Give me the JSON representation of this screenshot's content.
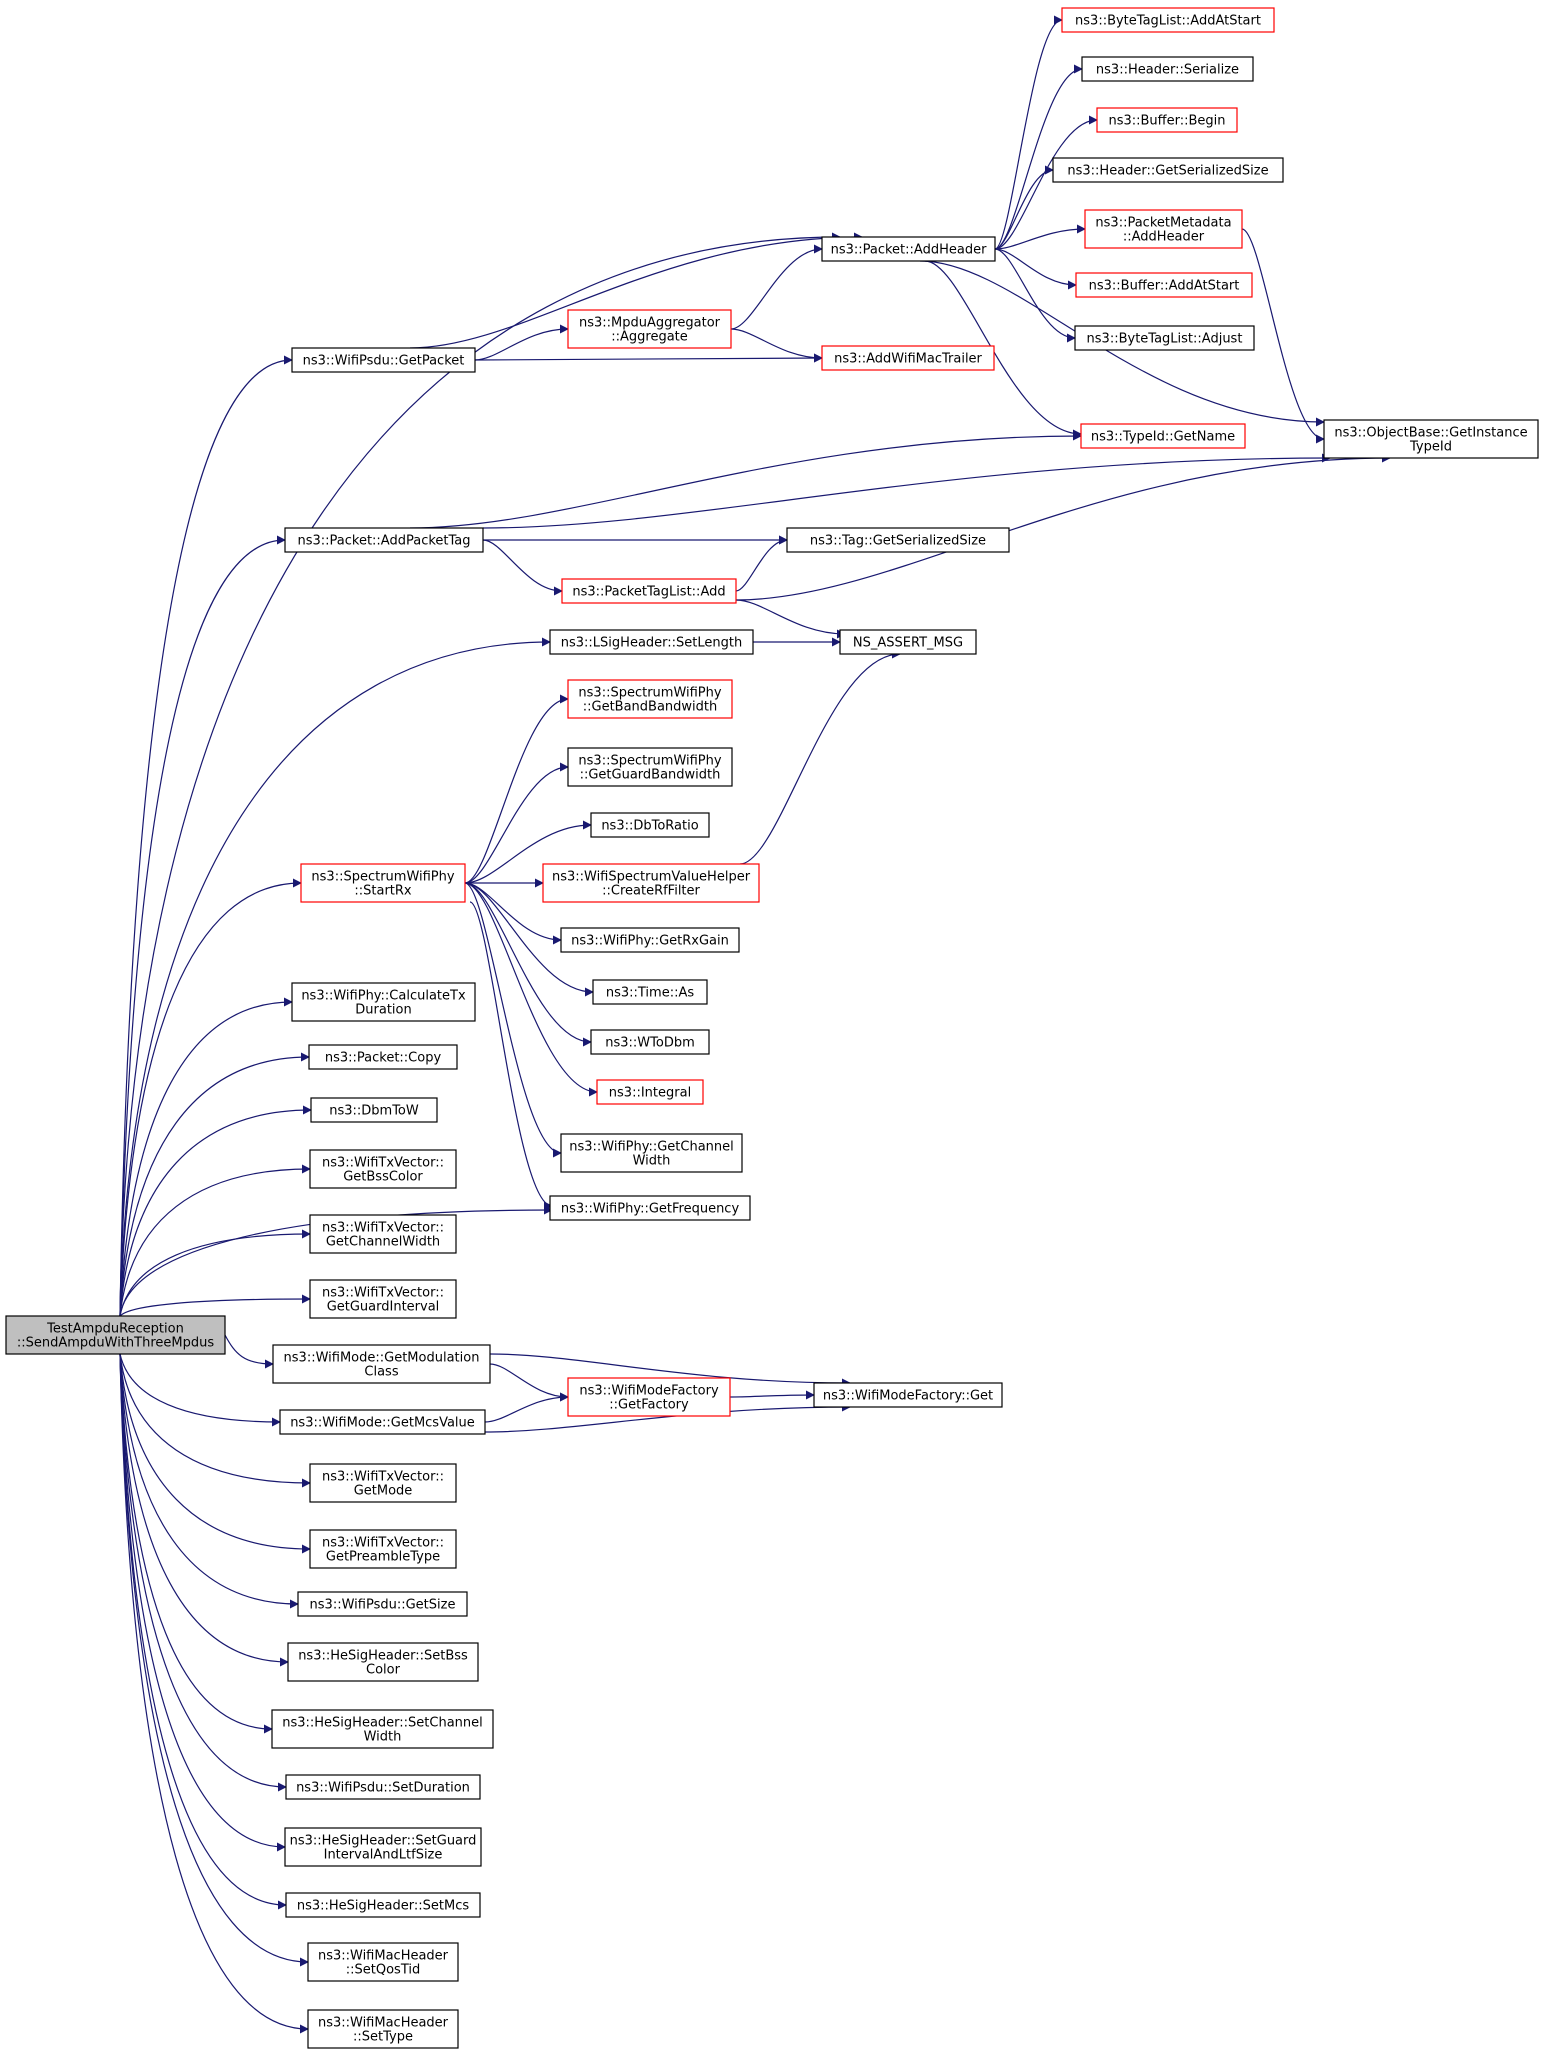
{
  "colors": {
    "edge": "#191970",
    "border_black": "#000000",
    "border_red": "#ff0000",
    "root_fill": "#bfbfbf",
    "node_fill": "#ffffff"
  },
  "nodes": [
    {
      "id": "root",
      "lines": [
        "TestAmpduReception",
        "::SendAmpduWithThreeMpdus"
      ],
      "border": "black",
      "root": true
    },
    {
      "id": "bytetaglist-addatstart",
      "lines": [
        "ns3::ByteTagList::AddAtStart"
      ],
      "border": "red"
    },
    {
      "id": "header-serialize",
      "lines": [
        "ns3::Header::Serialize"
      ],
      "border": "black"
    },
    {
      "id": "buffer-begin",
      "lines": [
        "ns3::Buffer::Begin"
      ],
      "border": "red"
    },
    {
      "id": "header-getserializedsize",
      "lines": [
        "ns3::Header::GetSerializedSize"
      ],
      "border": "black"
    },
    {
      "id": "packetmetadata-addheader",
      "lines": [
        "ns3::PacketMetadata",
        "::AddHeader"
      ],
      "border": "red"
    },
    {
      "id": "packet-addheader",
      "lines": [
        "ns3::Packet::AddHeader"
      ],
      "border": "black"
    },
    {
      "id": "buffer-addatstart",
      "lines": [
        "ns3::Buffer::AddAtStart"
      ],
      "border": "red"
    },
    {
      "id": "mpduaggregator-aggregate",
      "lines": [
        "ns3::MpduAggregator",
        "::Aggregate"
      ],
      "border": "red"
    },
    {
      "id": "bytetaglist-adjust",
      "lines": [
        "ns3::ByteTagList::Adjust"
      ],
      "border": "black"
    },
    {
      "id": "wifipsdu-getpacket",
      "lines": [
        "ns3::WifiPsdu::GetPacket"
      ],
      "border": "black"
    },
    {
      "id": "addwifimactrailer",
      "lines": [
        "ns3::AddWifiMacTrailer"
      ],
      "border": "red"
    },
    {
      "id": "typeid-getname",
      "lines": [
        "ns3::TypeId::GetName"
      ],
      "border": "red"
    },
    {
      "id": "objectbase-getinstancetypeid",
      "lines": [
        "ns3::ObjectBase::GetInstance",
        "TypeId"
      ],
      "border": "black"
    },
    {
      "id": "packet-addpackettag",
      "lines": [
        "ns3::Packet::AddPacketTag"
      ],
      "border": "black"
    },
    {
      "id": "tag-getserializedsize",
      "lines": [
        "ns3::Tag::GetSerializedSize"
      ],
      "border": "black"
    },
    {
      "id": "packettaglist-add",
      "lines": [
        "ns3::PacketTagList::Add"
      ],
      "border": "red"
    },
    {
      "id": "lsigheader-setlength",
      "lines": [
        "ns3::LSigHeader::SetLength"
      ],
      "border": "black"
    },
    {
      "id": "ns-assert-msg",
      "lines": [
        "NS_ASSERT_MSG"
      ],
      "border": "black"
    },
    {
      "id": "spectrumwifiphy-getbandbandwidth",
      "lines": [
        "ns3::SpectrumWifiPhy",
        "::GetBandBandwidth"
      ],
      "border": "red"
    },
    {
      "id": "spectrumwifiphy-getguardbandwidth",
      "lines": [
        "ns3::SpectrumWifiPhy",
        "::GetGuardBandwidth"
      ],
      "border": "black"
    },
    {
      "id": "dbtoratio",
      "lines": [
        "ns3::DbToRatio"
      ],
      "border": "black"
    },
    {
      "id": "spectrumwifiphy-startrx",
      "lines": [
        "ns3::SpectrumWifiPhy",
        "::StartRx"
      ],
      "border": "red"
    },
    {
      "id": "wifispectrumvaluehelper-createrffilter",
      "lines": [
        "ns3::WifiSpectrumValueHelper",
        "::CreateRfFilter"
      ],
      "border": "red"
    },
    {
      "id": "wifiphy-getrxgain",
      "lines": [
        "ns3::WifiPhy::GetRxGain"
      ],
      "border": "black"
    },
    {
      "id": "wifiphy-calculatetxduration",
      "lines": [
        "ns3::WifiPhy::CalculateTx",
        "Duration"
      ],
      "border": "black"
    },
    {
      "id": "time-as",
      "lines": [
        "ns3::Time::As"
      ],
      "border": "black"
    },
    {
      "id": "wtodbm",
      "lines": [
        "ns3::WToDbm"
      ],
      "border": "black"
    },
    {
      "id": "packet-copy",
      "lines": [
        "ns3::Packet::Copy"
      ],
      "border": "black"
    },
    {
      "id": "integral",
      "lines": [
        "ns3::Integral"
      ],
      "border": "red"
    },
    {
      "id": "dbmtow",
      "lines": [
        "ns3::DbmToW"
      ],
      "border": "black"
    },
    {
      "id": "wifiphy-getchannelwidth",
      "lines": [
        "ns3::WifiPhy::GetChannel",
        "Width"
      ],
      "border": "black"
    },
    {
      "id": "wifitxvector-getbsscolor",
      "lines": [
        "ns3::WifiTxVector::",
        "GetBssColor"
      ],
      "border": "black"
    },
    {
      "id": "wifiphy-getfrequency",
      "lines": [
        "ns3::WifiPhy::GetFrequency"
      ],
      "border": "black"
    },
    {
      "id": "wifitxvector-getchannelwidth",
      "lines": [
        "ns3::WifiTxVector::",
        "GetChannelWidth"
      ],
      "border": "black"
    },
    {
      "id": "wifitxvector-getguardinterval",
      "lines": [
        "ns3::WifiTxVector::",
        "GetGuardInterval"
      ],
      "border": "black"
    },
    {
      "id": "wifimode-getmodulationclass",
      "lines": [
        "ns3::WifiMode::GetModulation",
        "Class"
      ],
      "border": "black"
    },
    {
      "id": "wifimodefactory-getfactory",
      "lines": [
        "ns3::WifiModeFactory",
        "::GetFactory"
      ],
      "border": "red"
    },
    {
      "id": "wifimodefactory-get",
      "lines": [
        "ns3::WifiModeFactory::Get"
      ],
      "border": "black"
    },
    {
      "id": "wifimode-getmcsvalue",
      "lines": [
        "ns3::WifiMode::GetMcsValue"
      ],
      "border": "black"
    },
    {
      "id": "wifitxvector-getmode",
      "lines": [
        "ns3::WifiTxVector::",
        "GetMode"
      ],
      "border": "black"
    },
    {
      "id": "wifitxvector-getpreambletype",
      "lines": [
        "ns3::WifiTxVector::",
        "GetPreambleType"
      ],
      "border": "black"
    },
    {
      "id": "wifipsdu-getsize",
      "lines": [
        "ns3::WifiPsdu::GetSize"
      ],
      "border": "black"
    },
    {
      "id": "hesigheader-setbsscolor",
      "lines": [
        "ns3::HeSigHeader::SetBss",
        "Color"
      ],
      "border": "black"
    },
    {
      "id": "hesigheader-setchannelwidth",
      "lines": [
        "ns3::HeSigHeader::SetChannel",
        "Width"
      ],
      "border": "black"
    },
    {
      "id": "wifipsdu-setduration",
      "lines": [
        "ns3::WifiPsdu::SetDuration"
      ],
      "border": "black"
    },
    {
      "id": "hesigheader-setguardintervalandltfsize",
      "lines": [
        "ns3::HeSigHeader::SetGuard",
        "IntervalAndLtfSize"
      ],
      "border": "black"
    },
    {
      "id": "hesigheader-setmcs",
      "lines": [
        "ns3::HeSigHeader::SetMcs"
      ],
      "border": "black"
    },
    {
      "id": "wifimacheader-setqostid",
      "lines": [
        "ns3::WifiMacHeader",
        "::SetQosTid"
      ],
      "border": "black"
    },
    {
      "id": "wifimacheader-settype",
      "lines": [
        "ns3::WifiMacHeader",
        "::SetType"
      ],
      "border": "black"
    }
  ],
  "edges": [
    [
      "root",
      "packet-addheader"
    ],
    [
      "root",
      "wifipsdu-getpacket"
    ],
    [
      "root",
      "packet-addpackettag"
    ],
    [
      "root",
      "lsigheader-setlength"
    ],
    [
      "root",
      "spectrumwifiphy-startrx"
    ],
    [
      "root",
      "wifiphy-calculatetxduration"
    ],
    [
      "root",
      "packet-copy"
    ],
    [
      "root",
      "dbmtow"
    ],
    [
      "root",
      "wifitxvector-getbsscolor"
    ],
    [
      "root",
      "wifitxvector-getchannelwidth"
    ],
    [
      "root",
      "wifitxvector-getguardinterval"
    ],
    [
      "root",
      "wifimode-getmodulationclass"
    ],
    [
      "root",
      "wifimode-getmcsvalue"
    ],
    [
      "root",
      "wifitxvector-getmode"
    ],
    [
      "root",
      "wifitxvector-getpreambletype"
    ],
    [
      "root",
      "wifipsdu-getsize"
    ],
    [
      "root",
      "hesigheader-setbsscolor"
    ],
    [
      "root",
      "hesigheader-setchannelwidth"
    ],
    [
      "root",
      "wifipsdu-setduration"
    ],
    [
      "root",
      "hesigheader-setguardintervalandltfsize"
    ],
    [
      "root",
      "hesigheader-setmcs"
    ],
    [
      "root",
      "wifimacheader-setqostid"
    ],
    [
      "root",
      "wifimacheader-settype"
    ],
    [
      "root",
      "wifiphy-getfrequency"
    ],
    [
      "packet-addheader",
      "bytetaglist-addatstart"
    ],
    [
      "packet-addheader",
      "header-serialize"
    ],
    [
      "packet-addheader",
      "buffer-begin"
    ],
    [
      "packet-addheader",
      "header-getserializedsize"
    ],
    [
      "packet-addheader",
      "packetmetadata-addheader"
    ],
    [
      "packet-addheader",
      "buffer-addatstart"
    ],
    [
      "packet-addheader",
      "bytetaglist-adjust"
    ],
    [
      "packet-addheader",
      "typeid-getname"
    ],
    [
      "packet-addheader",
      "objectbase-getinstancetypeid"
    ],
    [
      "packetmetadata-addheader",
      "objectbase-getinstancetypeid"
    ],
    [
      "wifipsdu-getpacket",
      "packet-addheader"
    ],
    [
      "wifipsdu-getpacket",
      "mpduaggregator-aggregate"
    ],
    [
      "wifipsdu-getpacket",
      "addwifimactrailer"
    ],
    [
      "mpduaggregator-aggregate",
      "packet-addheader"
    ],
    [
      "mpduaggregator-aggregate",
      "addwifimactrailer"
    ],
    [
      "packet-addpackettag",
      "typeid-getname"
    ],
    [
      "packet-addpackettag",
      "objectbase-getinstancetypeid"
    ],
    [
      "packet-addpackettag",
      "tag-getserializedsize"
    ],
    [
      "packet-addpackettag",
      "packettaglist-add"
    ],
    [
      "packettaglist-add",
      "tag-getserializedsize"
    ],
    [
      "packettaglist-add",
      "objectbase-getinstancetypeid"
    ],
    [
      "packettaglist-add",
      "ns-assert-msg"
    ],
    [
      "lsigheader-setlength",
      "ns-assert-msg"
    ],
    [
      "spectrumwifiphy-startrx",
      "spectrumwifiphy-getbandbandwidth"
    ],
    [
      "spectrumwifiphy-startrx",
      "spectrumwifiphy-getguardbandwidth"
    ],
    [
      "spectrumwifiphy-startrx",
      "dbtoratio"
    ],
    [
      "spectrumwifiphy-startrx",
      "wifispectrumvaluehelper-createrffilter"
    ],
    [
      "spectrumwifiphy-startrx",
      "wifiphy-getrxgain"
    ],
    [
      "spectrumwifiphy-startrx",
      "time-as"
    ],
    [
      "spectrumwifiphy-startrx",
      "wtodbm"
    ],
    [
      "spectrumwifiphy-startrx",
      "integral"
    ],
    [
      "spectrumwifiphy-startrx",
      "wifiphy-getchannelwidth"
    ],
    [
      "spectrumwifiphy-startrx",
      "wifiphy-getfrequency"
    ],
    [
      "wifispectrumvaluehelper-createrffilter",
      "ns-assert-msg"
    ],
    [
      "wifimode-getmodulationclass",
      "wifimodefactory-getfactory"
    ],
    [
      "wifimode-getmodulationclass",
      "wifimodefactory-get"
    ],
    [
      "wifimode-getmcsvalue",
      "wifimodefactory-getfactory"
    ],
    [
      "wifimode-getmcsvalue",
      "wifimodefactory-get"
    ],
    [
      "wifimodefactory-getfactory",
      "wifimodefactory-get"
    ]
  ]
}
